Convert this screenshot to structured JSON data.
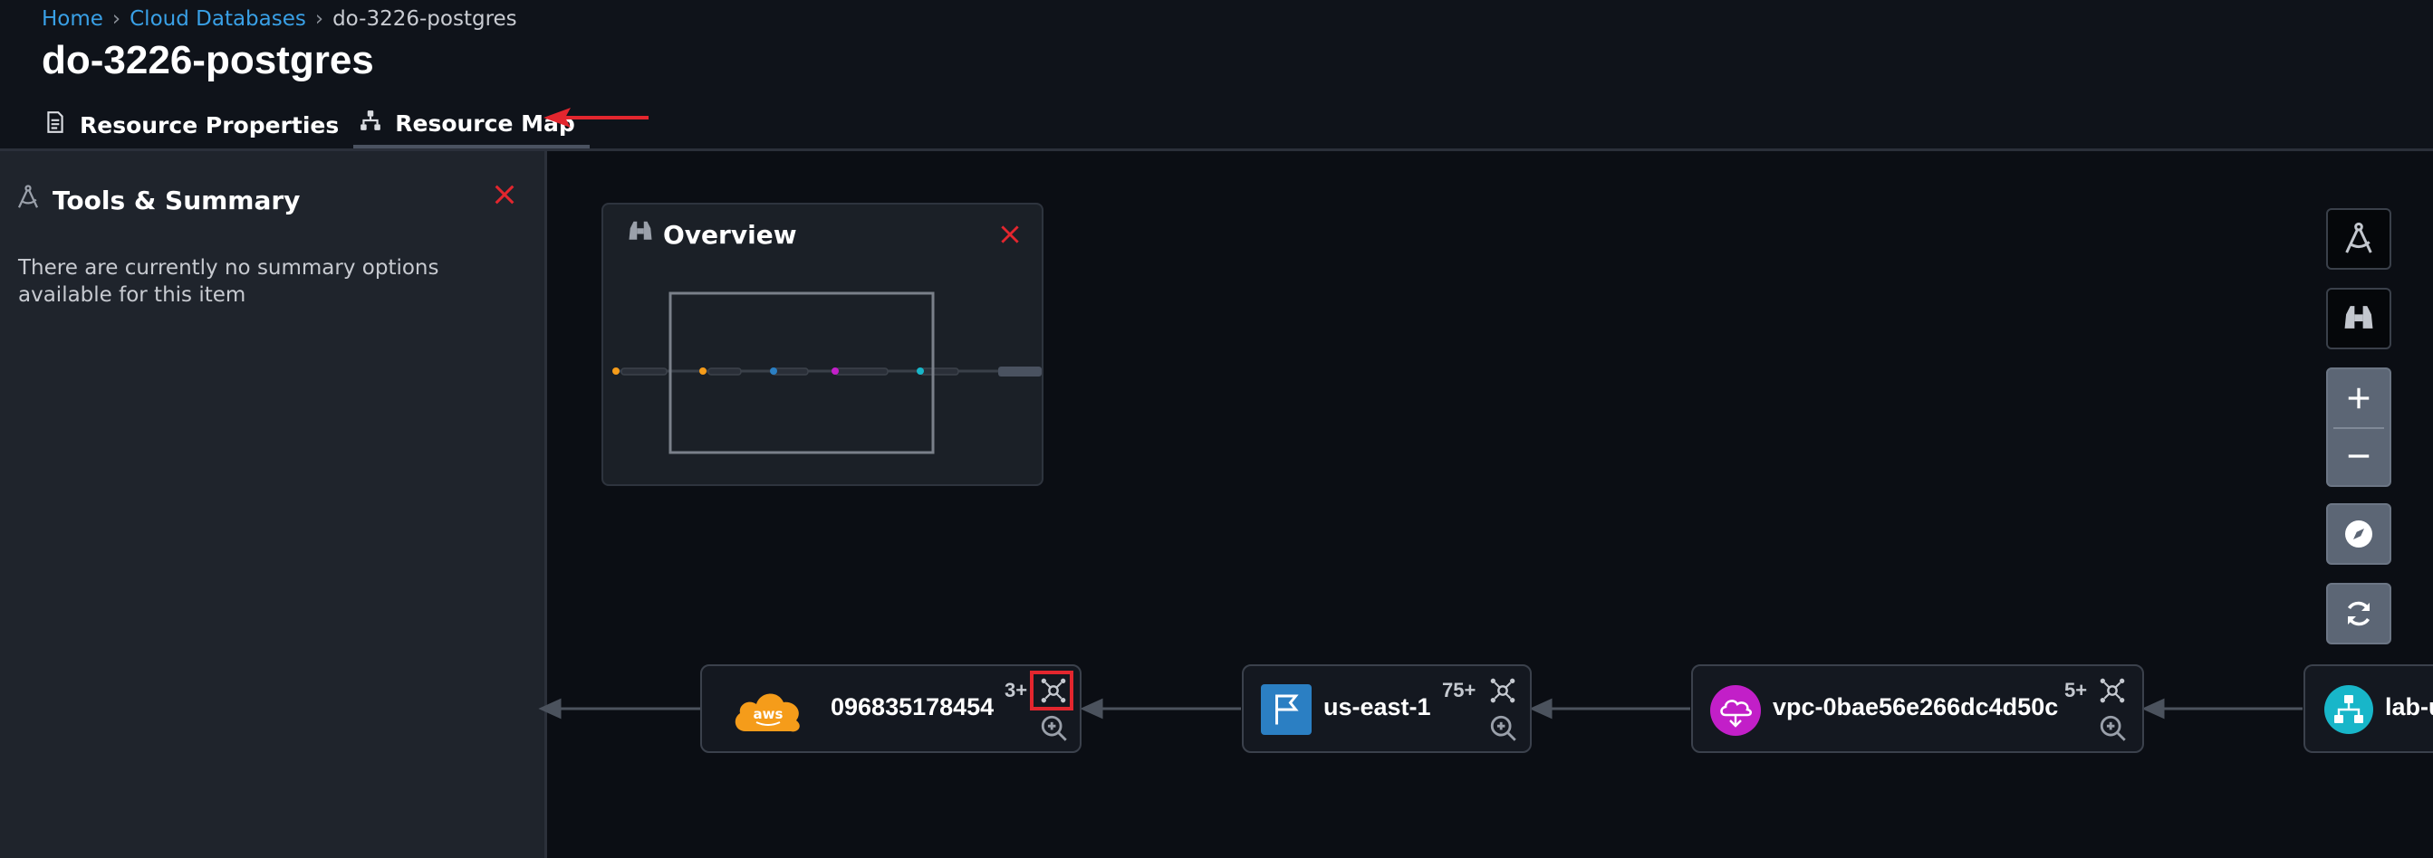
{
  "breadcrumb": {
    "home": "Home",
    "section": "Cloud Databases",
    "current": "do-3226-postgres",
    "separator": "›"
  },
  "page": {
    "title": "do-3226-postgres"
  },
  "tabs": [
    {
      "label": "Resource Properties",
      "icon": "document-icon",
      "active": false
    },
    {
      "label": "Resource Map",
      "icon": "sitemap-icon",
      "active": true
    }
  ],
  "sidebar": {
    "title": "Tools & Summary",
    "message": "There are currently no summary options available for this item"
  },
  "overview": {
    "title": "Overview"
  },
  "nodes": [
    {
      "label": "096835178454",
      "count": "3+",
      "icon": "aws-logo-icon",
      "icon_text": "aws",
      "accent": "#f59c1a"
    },
    {
      "label": "us-east-1",
      "count": "75+",
      "icon": "flag-icon",
      "accent": "#2b7fc3"
    },
    {
      "label": "vpc-0bae56e266dc4d50c",
      "count": "5+",
      "icon": "vpc-cloud-icon",
      "accent": "#c21fc8"
    },
    {
      "label": "lab-u",
      "count": "",
      "icon": "sitemap-icon",
      "accent": "#18b6c9"
    }
  ],
  "colors": {
    "annotation_red": "#e3262e",
    "link_blue": "#39a0e6"
  }
}
